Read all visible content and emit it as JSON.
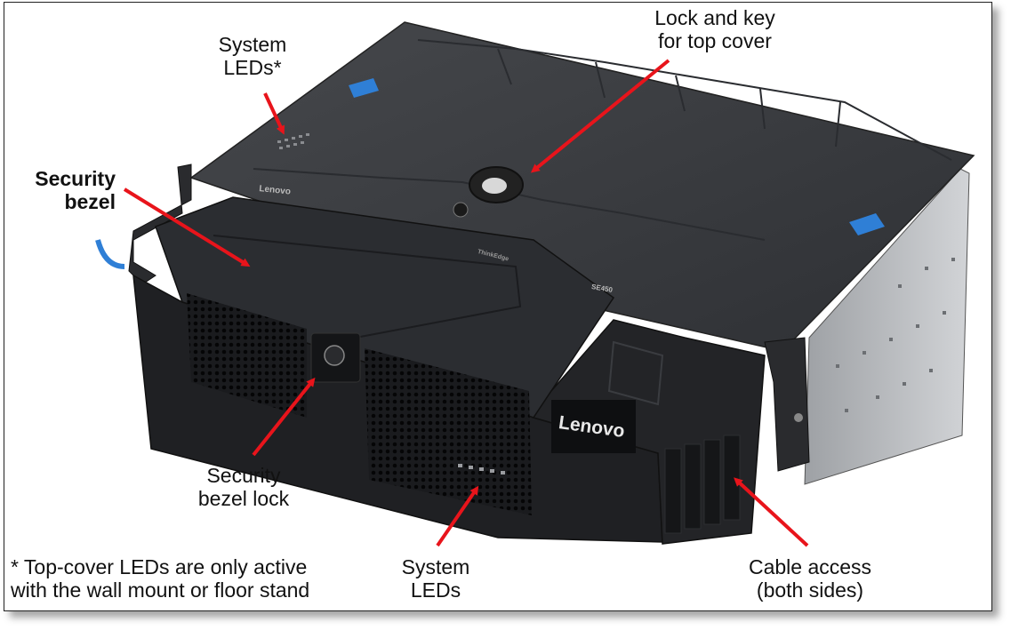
{
  "labels": {
    "system_leds_top_l1": "System",
    "system_leds_top_l2": "LEDs*",
    "lock_key_l1": "Lock and key",
    "lock_key_l2": "for top cover",
    "security_bezel_l1": "Security",
    "security_bezel_l2": "bezel",
    "bezel_lock_l1": "Security",
    "bezel_lock_l2": "bezel lock",
    "system_leds_front_l1": "System",
    "system_leds_front_l2": "LEDs",
    "cable_access_l1": "Cable access",
    "cable_access_l2": "(both sides)"
  },
  "footnote": {
    "line1": "* Top-cover LEDs are only active",
    "line2": "with the wall mount or floor stand"
  },
  "branding": {
    "front_logo": "Lenovo",
    "top_logo": "Lenovo",
    "model_tag": "SE450",
    "thinkedge_tag": "ThinkEdge"
  },
  "colors": {
    "arrow": "#e8141b",
    "chassis_top": "#3c3e42",
    "chassis_front": "#1c1d20",
    "latch_blue": "#2f7fd6",
    "side_metal": "#b8babd"
  }
}
